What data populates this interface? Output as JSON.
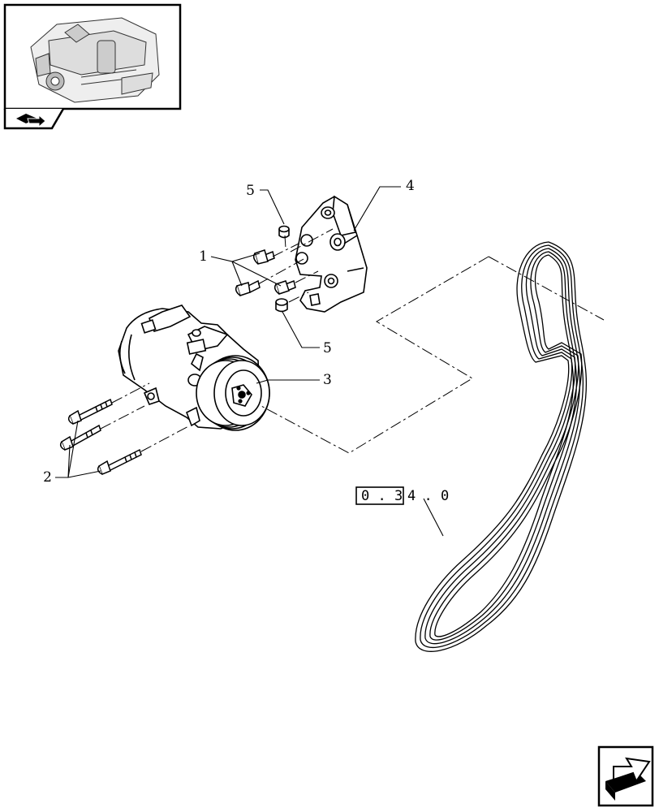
{
  "callouts": {
    "c1": "1",
    "c2": "2",
    "c3": "3",
    "c4": "4",
    "c5_top": "5",
    "c5_bottom": "5"
  },
  "reference": {
    "boxed": "0 . 3",
    "suffix": "4 . 0"
  },
  "icons": {
    "header_nav": "book-arrow-icon",
    "footer_nav": "next-page-arrow-icon"
  }
}
